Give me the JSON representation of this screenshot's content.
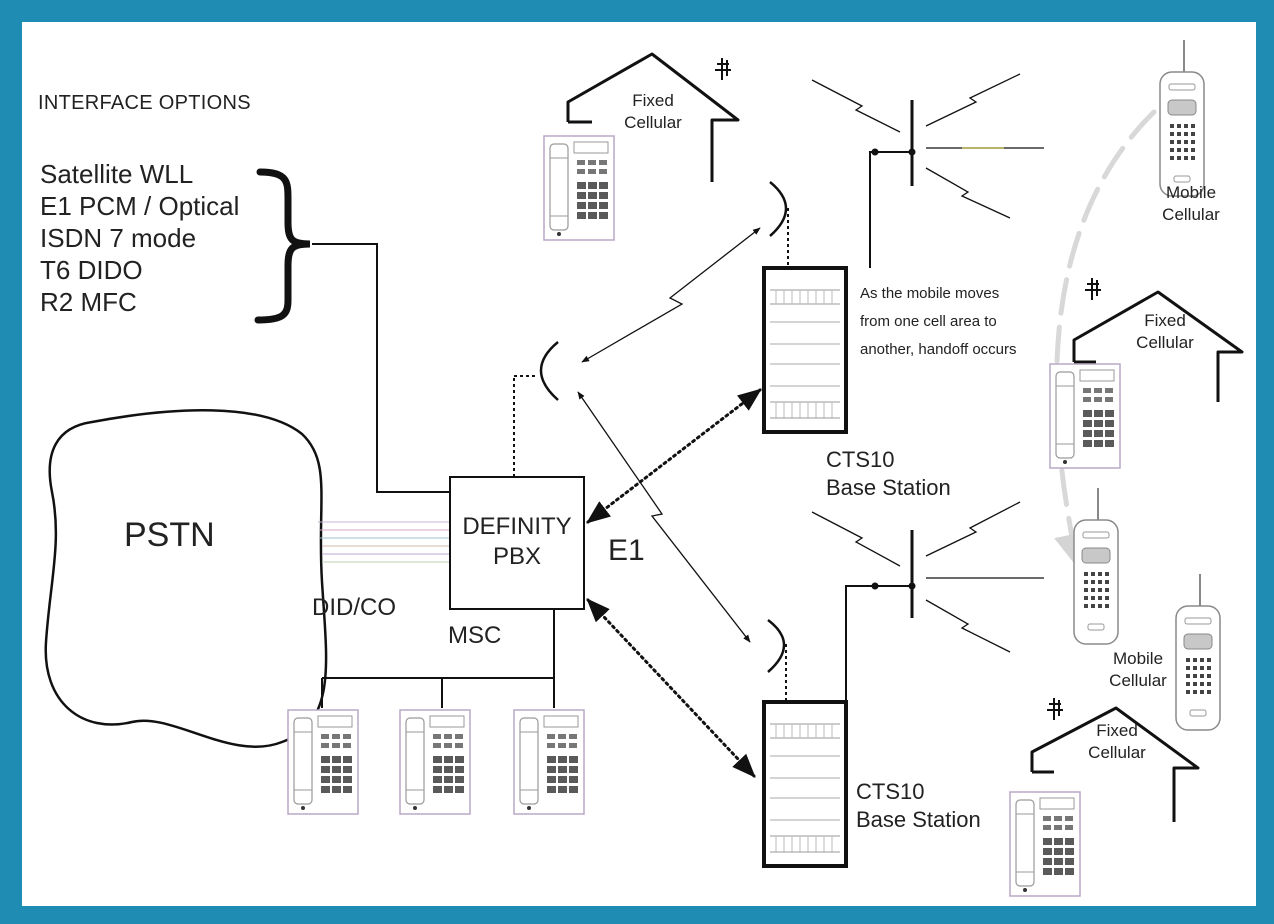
{
  "header": {
    "title": "INTERFACE OPTIONS"
  },
  "interface_options": [
    "Satellite WLL",
    "E1 PCM / Optical",
    "ISDN 7 mode",
    "T6 DIDO",
    "R2 MFC"
  ],
  "pstn": {
    "label": "PSTN"
  },
  "pbx": {
    "line1": "DEFINITY",
    "line2": "PBX"
  },
  "labels": {
    "e1": "E1",
    "did_co": "DID/CO",
    "msc": "MSC",
    "handoff_note": [
      "As the mobile moves",
      "from one cell area to",
      "another, handoff occurs"
    ]
  },
  "base_station_top": {
    "line1": "CTS10",
    "line2": "Base Station"
  },
  "base_station_bottom": {
    "line1": "CTS10",
    "line2": "Base Station"
  },
  "fixed_cellular_1": {
    "line1": "Fixed",
    "line2": "Cellular"
  },
  "fixed_cellular_2": {
    "line1": "Fixed",
    "line2": "Cellular"
  },
  "fixed_cellular_3": {
    "line1": "Fixed",
    "line2": "Cellular"
  },
  "mobile_cellular_1": {
    "line1": "Mobile",
    "line2": "Cellular"
  },
  "mobile_cellular_2": {
    "line1": "Mobile",
    "line2": "Cellular"
  },
  "colors": {
    "frame": "#1f8db3",
    "line": "#111111",
    "handoff_arrow": "#d9d9d9"
  },
  "icons": [
    "house-icon",
    "antenna-icon",
    "desk-phone-icon",
    "mobile-phone-icon",
    "dish-icon",
    "base-station-rack-icon"
  ]
}
